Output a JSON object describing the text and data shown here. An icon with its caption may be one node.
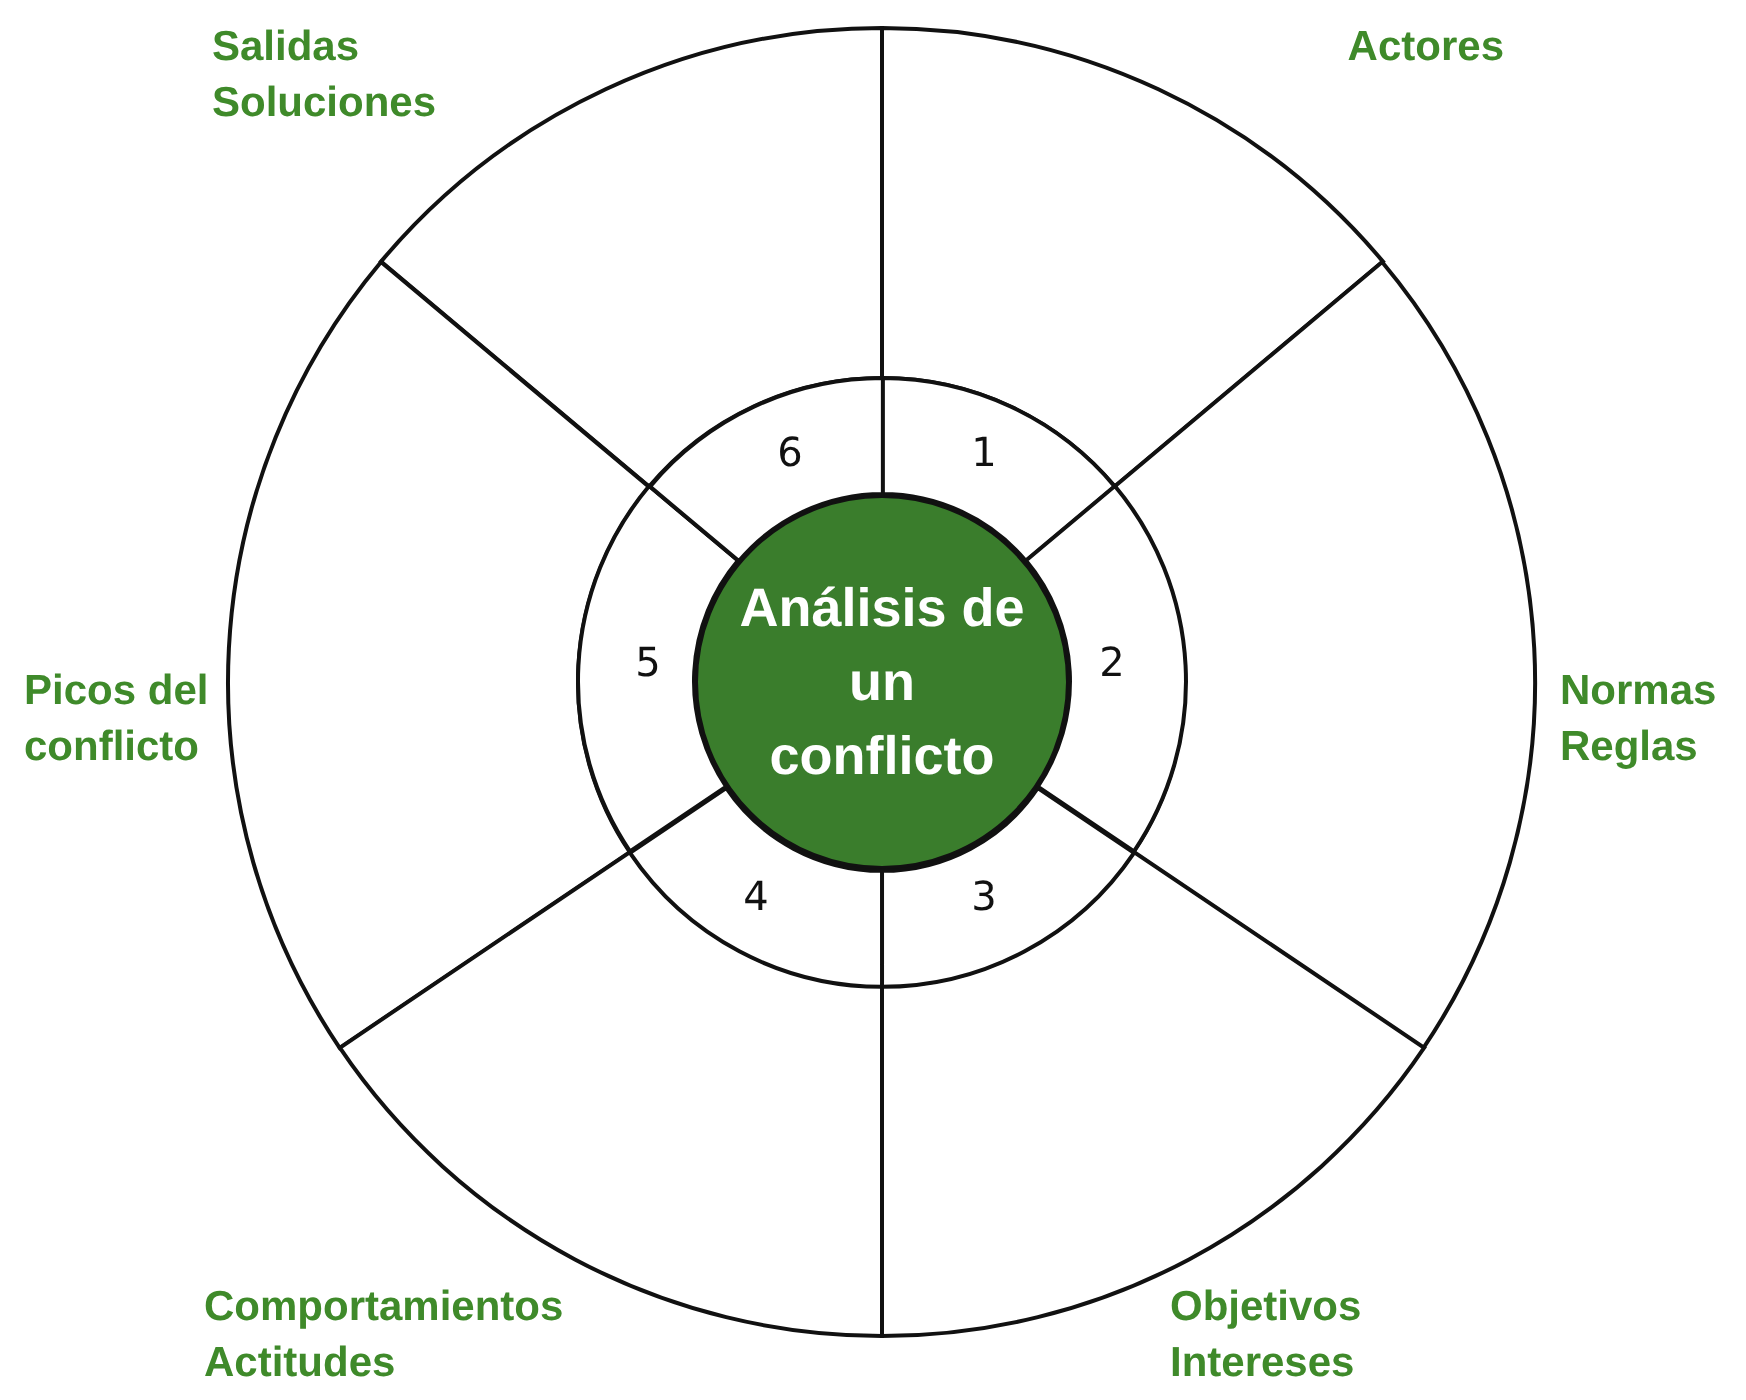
{
  "diagram": {
    "nodes": [
      {
        "text": [
          "Análisis de un conflicto"
        ]
      },
      {
        "text": [
          "Salidas Soluciones"
        ]
      },
      {
        "text": [
          "Actores"
        ]
      },
      {
        "text": [
          "Picos del conflicto"
        ]
      },
      {
        "text": [
          "Normas Reglas"
        ]
      },
      {
        "text": [
          "Comportamientos Actitudes"
        ]
      },
      {
        "text": [
          "Objetivos Intereses"
        ]
      },
      {
        "text": [
          "1"
        ]
      },
      {
        "text": [
          "2"
        ]
      },
      {
        "text": [
          "3"
        ]
      },
      {
        "text": [
          "4"
        ]
      },
      {
        "text": [
          "5"
        ]
      },
      {
        "text": [
          "6"
        ]
      }
    ]
  }
}
